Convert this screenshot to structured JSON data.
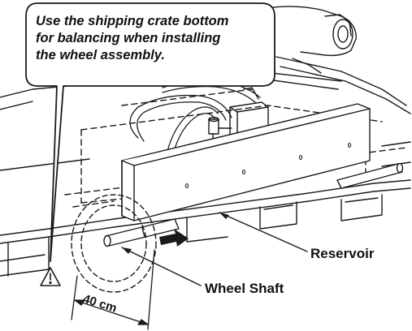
{
  "callout": {
    "lines": [
      "Use the shipping crate bottom",
      "for balancing when installing",
      "the wheel assembly."
    ]
  },
  "labels": {
    "reservoir": "Reservoir",
    "wheel_shaft": "Wheel Shaft"
  },
  "dimension": {
    "text": "40 cm"
  },
  "icons": {
    "warning": "warning-icon"
  }
}
